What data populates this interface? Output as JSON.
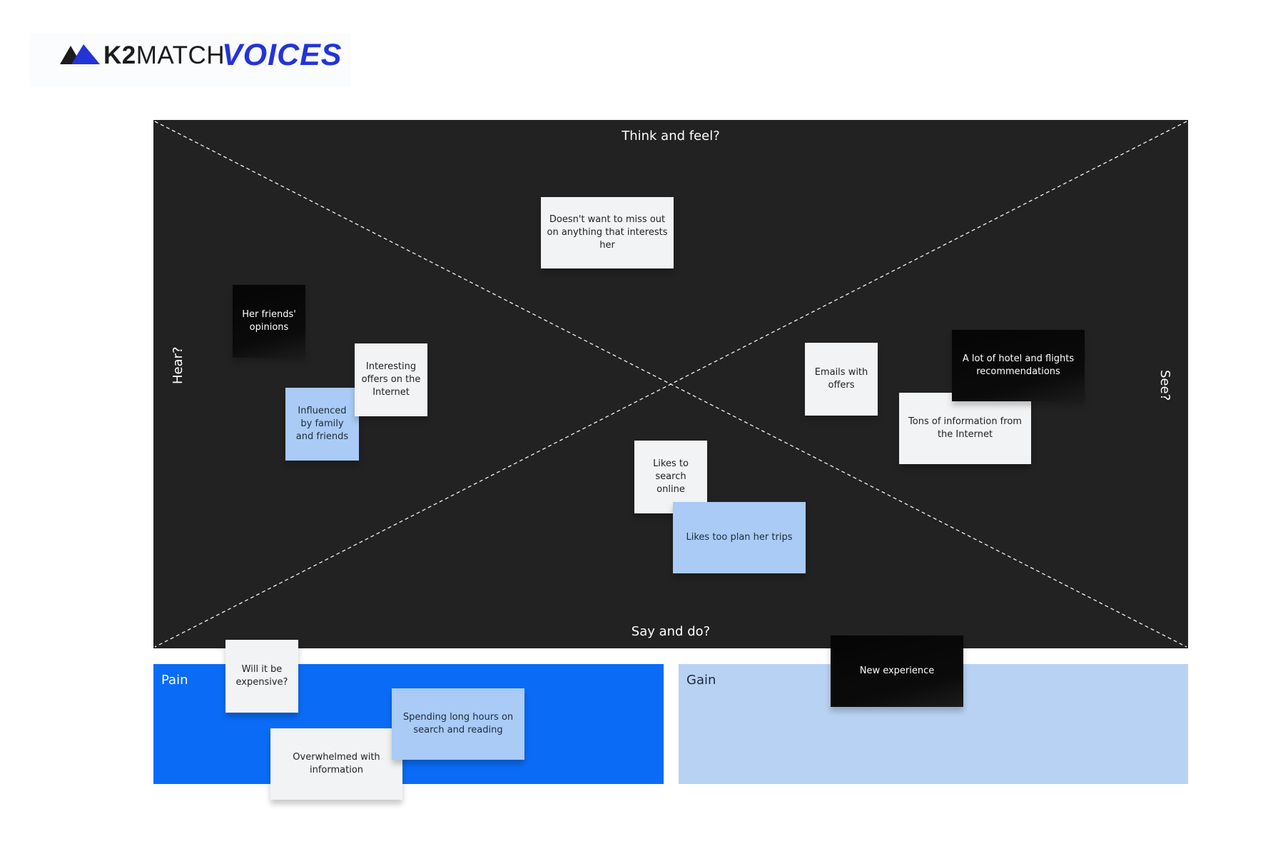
{
  "logo": {
    "brand_k2_bold": "K2",
    "brand_match": "MATCH",
    "brand_voices": "VOICES",
    "icon": "mountain-icon"
  },
  "empathy_map": {
    "think_and_feel": "Think and feel?",
    "say_and_do": "Say and do?",
    "hear": "Hear?",
    "see": "See?"
  },
  "panels": {
    "pain": "Pain",
    "gain": "Gain"
  },
  "notes": {
    "miss_out": "Doesn't want to miss out on anything that interests her",
    "friends_opinions": "Her friends' opinions",
    "interesting_offers": "Interesting offers on the Internet",
    "influenced": "Influenced by family and friends",
    "emails_offers": "Emails with offers",
    "hotel_flights": "A lot of hotel and flights recommendations",
    "tons_info": "Tons of information from the Internet",
    "search_online": "Likes to search online",
    "plan_trips": "Likes too plan her trips",
    "expensive": "Will it be expensive?",
    "long_hours": "Spending long hours on search and reading",
    "overwhelmed": "Overwhelmed with information",
    "new_experience": "New experience"
  },
  "colors": {
    "board": "#222222",
    "pain": "#0a6cf6",
    "gain": "#b8d2f3",
    "note_white": "#f2f3f4",
    "note_blue": "#a9cbf6",
    "note_black": "#050505",
    "brand_blue": "#2334d8"
  }
}
